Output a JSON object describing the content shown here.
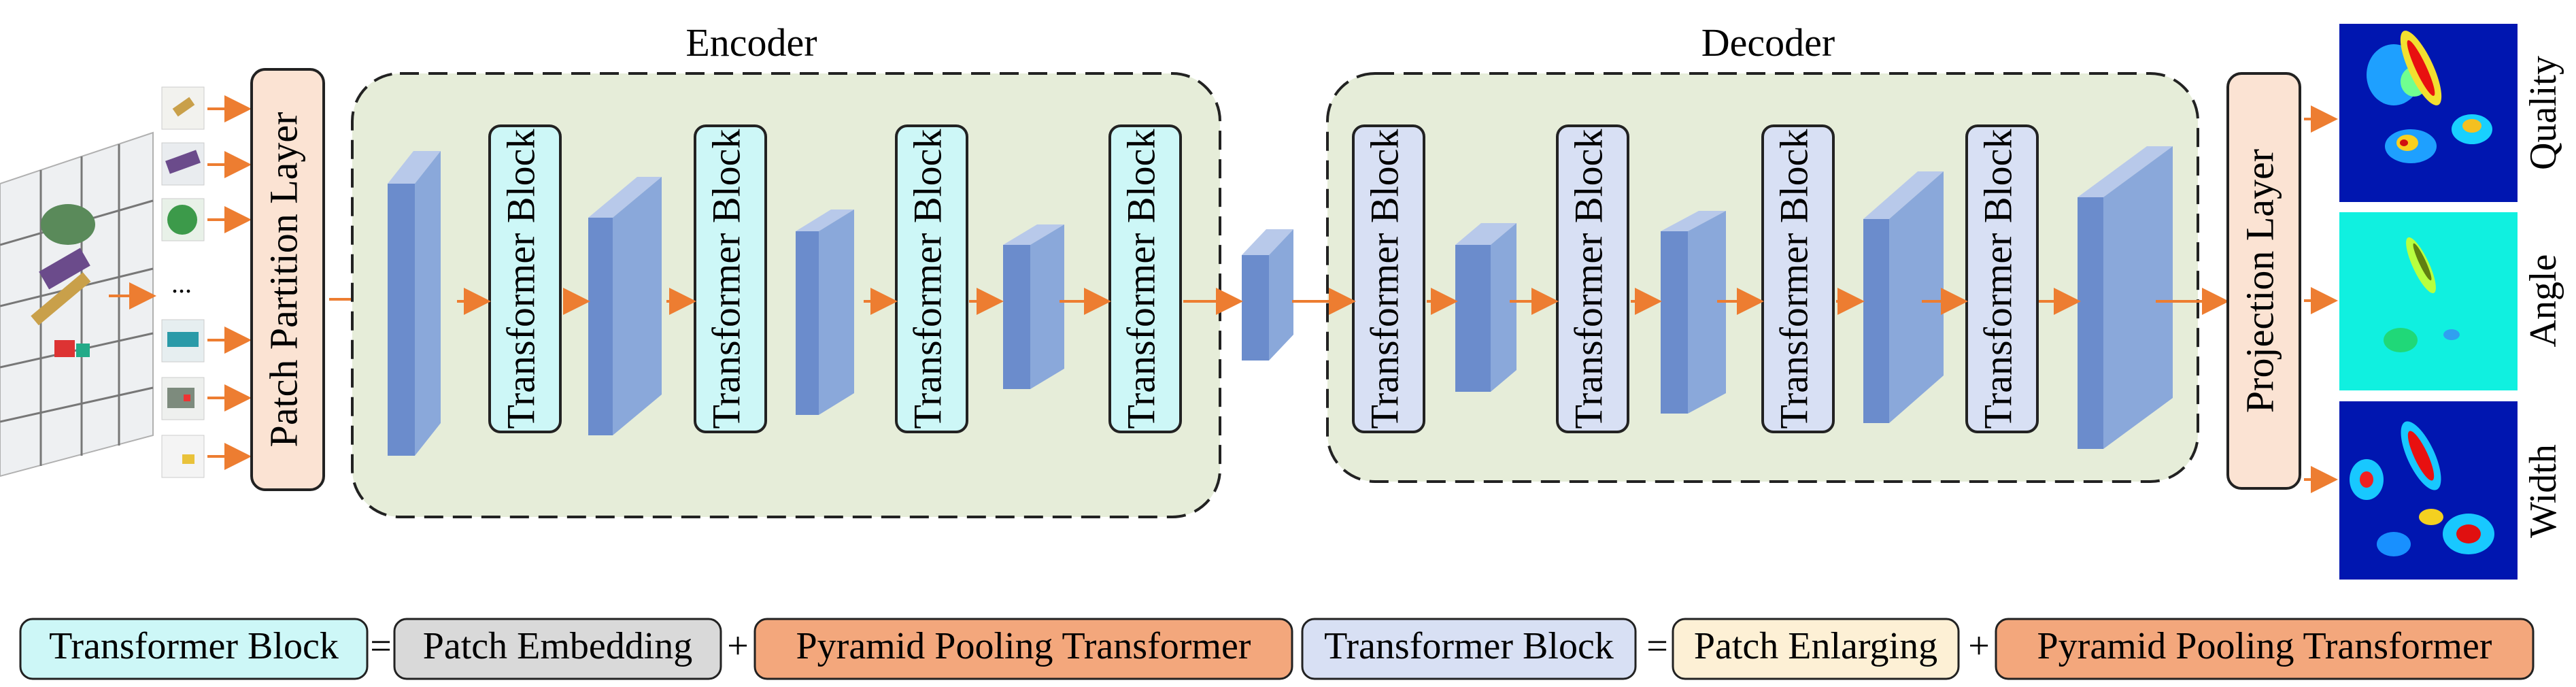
{
  "encoder": {
    "title": "Encoder",
    "blocks": [
      "Transformer Block",
      "Transformer Block",
      "Transformer Block",
      "Transformer Block"
    ]
  },
  "decoder": {
    "title": "Decoder",
    "blocks": [
      "Transformer Block",
      "Transformer Block",
      "Transformer Block",
      "Transformer Block"
    ]
  },
  "patch_partition_label": "Patch Partition Layer",
  "projection_label": "Projection Layer",
  "input_ellipsis": "...",
  "outputs": [
    "Quality",
    "Angle",
    "Width"
  ],
  "legend": {
    "encoder_block": "Transformer Block",
    "patch_embedding": "Patch Embedding",
    "ppt_1": "Pyramid Pooling Transformer",
    "decoder_block": "Transformer Block",
    "patch_enlarging": "Patch Enlarging",
    "ppt_2": "Pyramid Pooling Transformer",
    "equals": "=",
    "plus": "+"
  },
  "colors": {
    "encoder_block_fill": "#cdf7f7",
    "decoder_block_fill": "#d8e0f4",
    "region_fill": "#e6edd9",
    "partition_fill": "#fbe3d3",
    "arrow": "#ed7d31",
    "feature_front": "#6b8ccc",
    "feature_side": "#8aa8da",
    "feature_top": "#b8c9ea",
    "embedding_fill": "#d9d9d9",
    "ppt_fill": "#f3a77c",
    "enlarging_fill": "#fdf0d5"
  }
}
